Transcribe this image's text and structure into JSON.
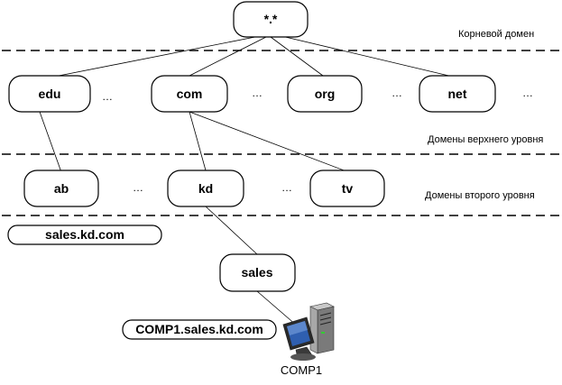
{
  "levels": {
    "root": "Корневой домен",
    "top": "Домены верхнего уровня",
    "second": "Домены второго уровня"
  },
  "nodes": {
    "root": "*.*",
    "edu": "edu",
    "com": "com",
    "org": "org",
    "net": "net",
    "ab": "ab",
    "kd": "kd",
    "tv": "tv",
    "sales": "sales"
  },
  "fqdn_labels": {
    "sales_domain": "sales.kd.com",
    "comp_fqdn": "COMP1.sales.kd.com"
  },
  "ellipsis": "…",
  "computer": {
    "label": "COMP1",
    "icon": "computer-icon"
  }
}
